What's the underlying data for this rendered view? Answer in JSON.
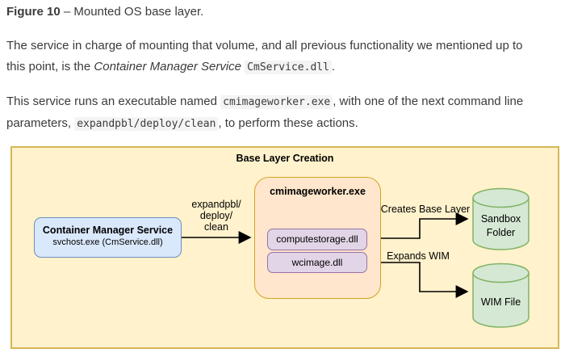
{
  "document": {
    "caption": {
      "bold": "Figure 10",
      "rest": " – Mounted OS base layer."
    },
    "para1": {
      "line1": "The service in charge of mounting that volume, and all previous functionality we mentioned up to",
      "line2_pre": "this point, is the ",
      "line2_italic": "Container Manager Service",
      "line2_code": "CmService.dll",
      "line2_post": "."
    },
    "para2": {
      "line1_pre": "This service runs an executable named ",
      "line1_code": "cmimageworker.exe",
      "line1_post": ", with one of the next command line",
      "line2_pre": "parameters, ",
      "line2_code": "expandpbl/deploy/clean",
      "line2_post": ", to perform these actions."
    }
  },
  "diagram": {
    "title": "Base Layer Creation",
    "nodes": {
      "container_manager": {
        "title": "Container Manager Service",
        "subtitle": "svchost.exe (CmService.dll)"
      },
      "worker": {
        "title": "cmimageworker.exe",
        "dll1": "computestorage.dll",
        "dll2": "wcimage.dll"
      },
      "sandbox_folder": "Sandbox\nFolder",
      "wim_file": "WIM File"
    },
    "edges": {
      "command_params": "expandpbl/\ndeploy/\nclean",
      "creates_base_layer": "Creates Base Layer",
      "expands_wim": "Expands WIM"
    },
    "colors": {
      "container_bg": "#fff2cc",
      "container_border": "#d6b656",
      "service_bg": "#dae8fc",
      "service_border": "#6c8ebf",
      "worker_bg": "#ffe6cc",
      "worker_border": "#d6a324",
      "dll_bg": "#e1d5e7",
      "dll_border": "#9673a6",
      "cylinder_bg": "#d5e8d4",
      "cylinder_border": "#82b366",
      "arrow": "#000000",
      "code_bg": "#f4f4f4"
    }
  }
}
